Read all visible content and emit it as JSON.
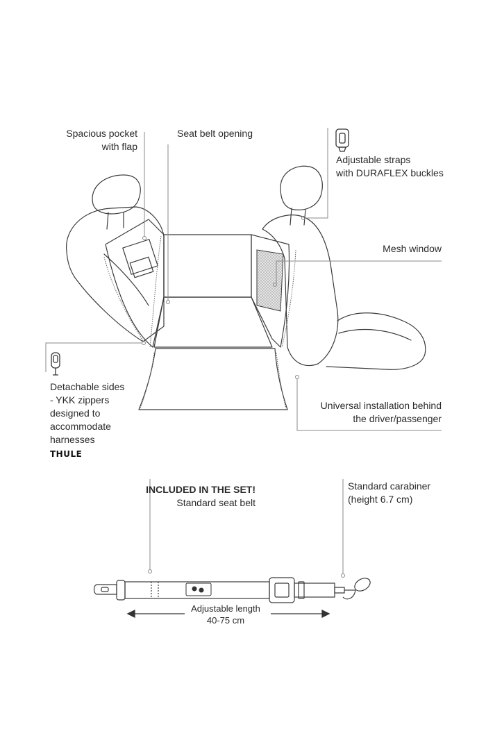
{
  "callouts": {
    "pocket": [
      "Spacious pocket",
      "with flap"
    ],
    "seat_belt_opening": "Seat belt opening",
    "straps": [
      "Adjustable straps",
      "with DURAFLEX buckles"
    ],
    "mesh": "Mesh window",
    "sides": [
      "Detachable sides",
      "- YKK zippers",
      "designed to",
      "accommodate",
      "harnesses"
    ],
    "universal": [
      "Universal installation behind",
      "the driver/passenger"
    ],
    "included_title": "INCLUDED IN THE SET!",
    "included_sub": "Standard seat belt",
    "carabiner": [
      "Standard carabiner",
      "(height 6.7 cm)"
    ],
    "length": [
      "Adjustable length",
      "40-75 cm"
    ]
  },
  "brand": "THULE",
  "icons": {
    "buckle": "buckle-icon",
    "zipper": "zipper-icon"
  },
  "colors": {
    "line": "#3a3a3a",
    "leader": "#888888",
    "mesh": "#cfcfcf"
  }
}
